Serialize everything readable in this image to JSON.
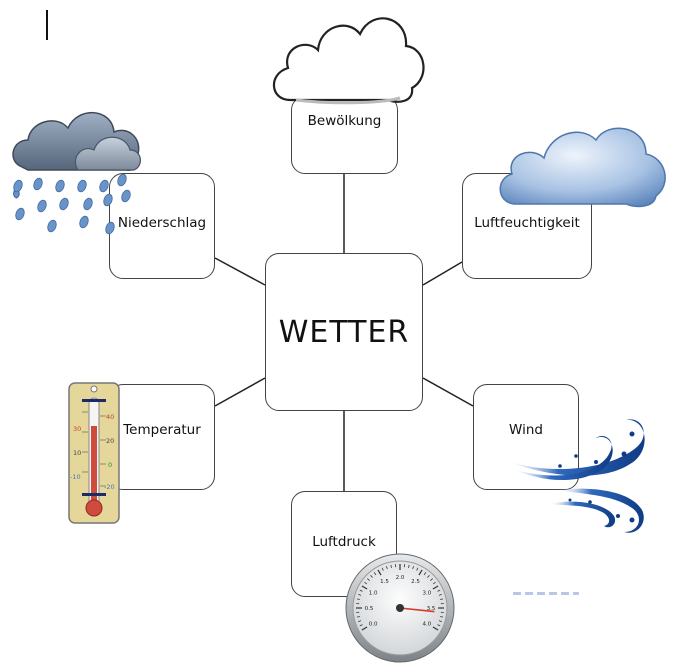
{
  "diagram": {
    "center": "WETTER",
    "nodes": {
      "top": "Bewölkung",
      "upper_left": "Niederschlag",
      "upper_right": "Luftfeuchtigkeit",
      "lower_left": "Temperatur",
      "lower_right": "Wind",
      "bottom": "Luftdruck"
    }
  },
  "thermometer": {
    "left_scale": [
      "30",
      "10",
      "-10"
    ],
    "right_scale": [
      "40",
      "20",
      "0",
      "-20"
    ]
  },
  "gauge": {
    "labels": [
      "0.0",
      "0.5",
      "1.0",
      "1.5",
      "2.0",
      "2.5",
      "3.0",
      "3.5",
      "4.0"
    ],
    "value": 3.6
  },
  "colors": {
    "line": "#222222",
    "rain_cloud": "#6e7e93",
    "cloud_blue": "#a9c3e4",
    "drop": "#6a94c8",
    "wind": "#1c4fa0",
    "thermo_body": "#e5d79a",
    "thermo_red": "#cf4b3b",
    "gauge_needle": "#d23a2a"
  },
  "icons": [
    "cloud-icon",
    "rain-cloud-icon",
    "blue-cloud-icon",
    "thermometer-icon",
    "wind-icon",
    "gauge-icon"
  ]
}
